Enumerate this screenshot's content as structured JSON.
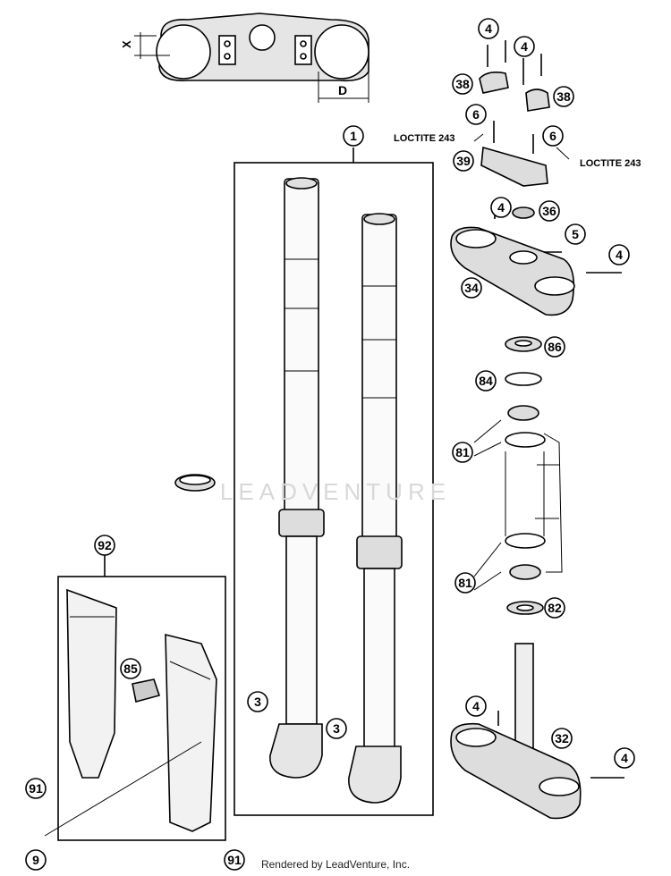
{
  "callouts": {
    "c1": "1",
    "c3a": "3",
    "c3b": "3",
    "c4a": "4",
    "c4b": "4",
    "c4c": "4",
    "c4d": "4",
    "c4e": "4",
    "c4f": "4",
    "c5": "5",
    "c6a": "6",
    "c6b": "6",
    "c9": "9",
    "c32": "32",
    "c34": "34",
    "c36": "36",
    "c38a": "38",
    "c38b": "38",
    "c39": "39",
    "c81a": "81",
    "c81b": "81",
    "c82": "82",
    "c84": "84",
    "c85": "85",
    "c86": "86",
    "c91a": "91",
    "c91b": "91",
    "c92": "92"
  },
  "labels": {
    "loctite_left": "LOCTITE 243",
    "loctite_right": "LOCTITE 243",
    "dim_x": "X",
    "dim_d": "D"
  },
  "watermark": "LEADVENTURE",
  "footer": "Rendered by LeadVenture, Inc."
}
